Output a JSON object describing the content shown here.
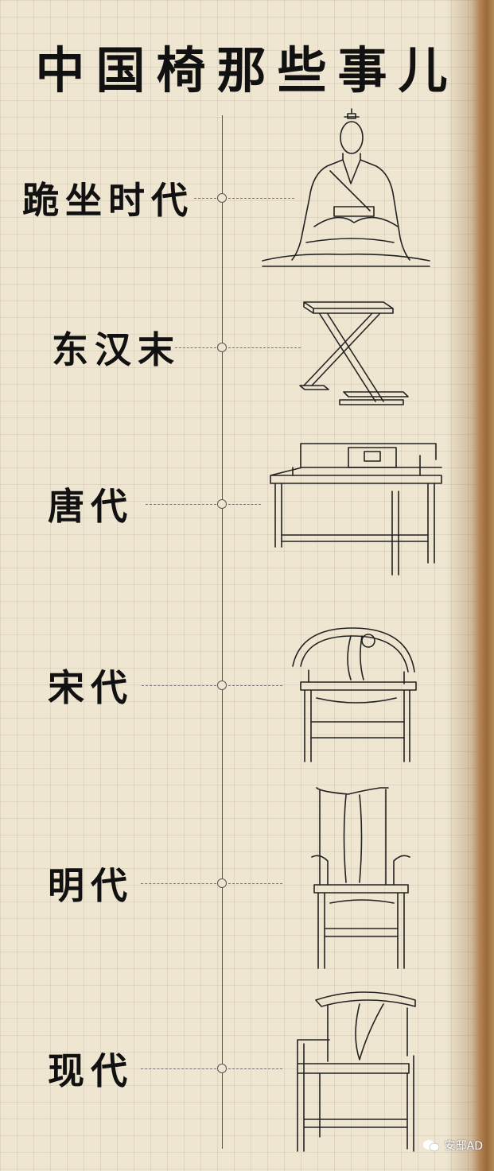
{
  "title": "中国椅那些事儿",
  "timeline": [
    {
      "label": "跪坐时代",
      "image": "kneeling-figure"
    },
    {
      "label": "东汉末",
      "image": "folding-stool"
    },
    {
      "label": "唐代",
      "image": "tang-armchair"
    },
    {
      "label": "宋代",
      "image": "song-round-back-chair"
    },
    {
      "label": "明代",
      "image": "ming-official-hat-chair"
    },
    {
      "label": "现代",
      "image": "modern-wishbone-chair"
    }
  ],
  "watermark": "安邸AD"
}
